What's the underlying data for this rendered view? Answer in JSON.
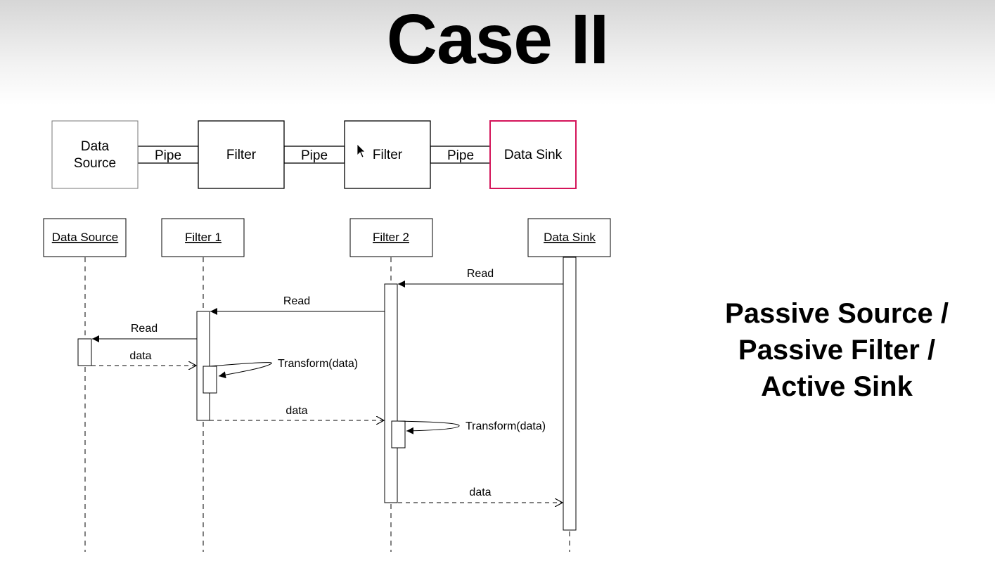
{
  "title": "Case II",
  "pipeline": {
    "data_source": [
      "Data",
      "Source"
    ],
    "filter_1": "Filter",
    "filter_2": "Filter",
    "data_sink": "Data Sink",
    "pipe_1": "Pipe",
    "pipe_2": "Pipe",
    "pipe_3": "Pipe",
    "sink_color": "#d4145a"
  },
  "sequence": {
    "lifelines": {
      "data_source": "Data Source",
      "filter_1": "Filter 1",
      "filter_2": "Filter 2",
      "data_sink": "Data Sink"
    },
    "messages": {
      "sink_read": "Read",
      "filter2_read": "Read",
      "filter1_read": "Read",
      "source_data": "data",
      "filter1_transform": "Transform(data)",
      "filter1_data": "data",
      "filter2_transform": "Transform(data)",
      "filter2_data": "data"
    }
  },
  "caption": {
    "line1": "Passive Source /",
    "line2": "Passive Filter /",
    "line3": "Active Sink"
  }
}
